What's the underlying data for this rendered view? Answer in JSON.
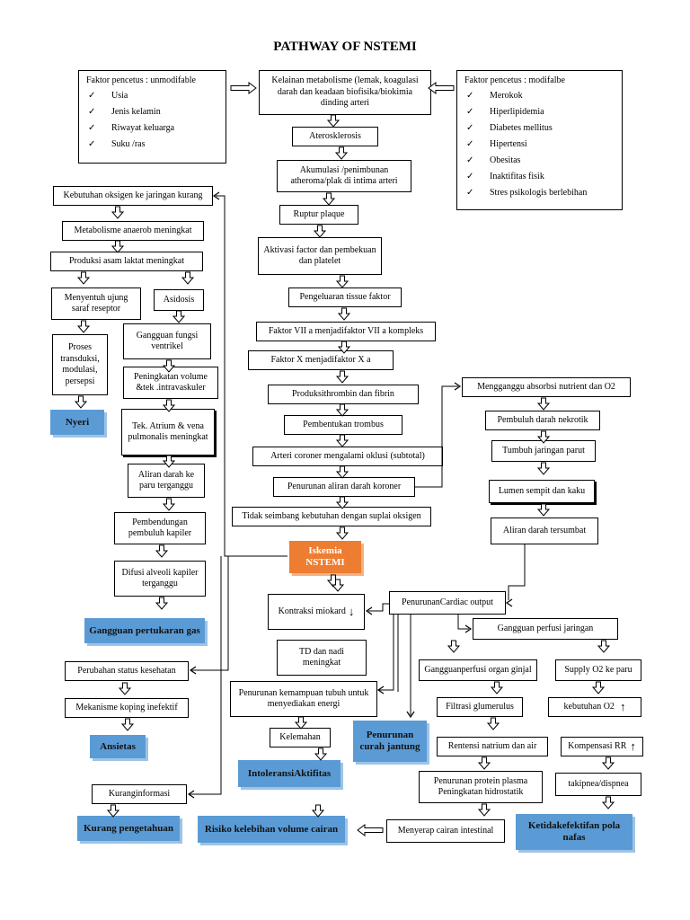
{
  "title": "PATHWAY OF  NSTEMI",
  "factors": {
    "unmodifiable": {
      "heading": "Faktor pencetus : unmodifable",
      "items": [
        "Usia",
        "Jenis kelamin",
        "Riwayat keluarga",
        "Suku /ras"
      ]
    },
    "modifiable": {
      "heading": "Faktor pencetus : modifalbe",
      "items": [
        "Merokok",
        "Hiperlipidemia",
        "Diabetes mellitus",
        "Hipertensi",
        "Obesitas",
        "Inaktifitas fisik",
        "Stres psikologis berlebihan"
      ]
    }
  },
  "center": {
    "metabolism": "Kelainan metabolisme (lemak, koagulasi darah dan keadaan biofisika/biokimia dinding arteri",
    "atherosclerosis": "Aterosklerosis",
    "accumulation": "Akumulasi /penimbunan atheroma/plak di intima arteri",
    "rupture": "Ruptur plaque",
    "activation": "Aktivasi factor dan pembekuan dan platelet",
    "tissue_factor": "Pengeluaran tissue faktor",
    "factor_vii": "Faktor VII a menjadifaktor VII a kompleks",
    "factor_x": "Faktor X menjadifaktor X a",
    "thrombin": "Produksithrombin dan fibrin",
    "thrombus": "Pembentukan trombus",
    "occlusion": "Arteri coroner mengalami oklusi (subtotal)",
    "flow_down": "Penurunan aliran darah koroner",
    "imbalance": "Tidak seimbang kebutuhan dengan suplai oksigen",
    "ischemia": "Iskemia NSTEMI"
  },
  "left": {
    "oxygen_need": "Kebutuhan oksigen ke jaringan kurang",
    "anaerob": "Metabolisme anaerob meningkat",
    "lactate": "Produksi asam laktat meningkat",
    "nerve": "Menyentuh ujung saraf reseptor",
    "acidosis": "Asidosis",
    "process": "Proses transduksi, modulasi, persepsi",
    "nyeri": "Nyeri",
    "ventricle": "Gangguan fungsi ventrikel",
    "volume": "Peningkatan volume &tek .intravaskuler",
    "atrium": "Tek. Atrium & vena pulmonalis meningkat",
    "lung_flow": "Aliran darah ke paru terganggu",
    "capillary": "Pembendungan pembuluh kapiler",
    "diffusion": "Difusi alveoli kapiler terganggu",
    "gas_exchange": "Gangguan pertukaran gas",
    "health_change": "Perubahan status kesehatan",
    "coping": "Mekanisme koping inefektif",
    "ansietas": "Ansietas",
    "info": "Kuranginformasi",
    "knowledge": "Kurang pengetahuan"
  },
  "middle": {
    "contraction": "Kontraksi miokard",
    "bp": "TD dan nadi meningkat",
    "ability": "Penurunan kemampuan tubuh untuk menyediakan energi",
    "weakness": "Kelemahan",
    "intolerance": "IntoleransiAktifitas",
    "cardiac_output": "PenurunanCardiac output",
    "cardiac_output_dx": "Penurunan curah jantung",
    "fluid_risk": "Risiko kelebihan volume cairan"
  },
  "right": {
    "absorb": "Mengganggu absorbsi nutrient dan O2",
    "necrotic": "Pembuluh darah nekrotik",
    "scar": "Tumbuh jaringan parut",
    "lumen": "Lumen sempit dan kaku",
    "blocked": "Aliran darah tersumbat",
    "perfusion": "Gangguan perfusi jaringan",
    "kidney": "Gangguanperfusi organ ginjal",
    "o2_lung": "Supply O2 ke paru",
    "filtration": "Filtrasi glumerulus",
    "o2_need": "kebutuhan O2",
    "retention": "Rentensi natrium dan air",
    "compensation": "Kompensasi RR",
    "protein": "Penurunan protein plasma Peningkatan hidrostatik",
    "tachypnea": "takipnea/dispnea",
    "absorb_fluid": "Menyerap cairan intestinal",
    "breathing": "Ketidakefektifan pola nafas"
  },
  "colors": {
    "diagnosis_blue": "#5b9bd5",
    "ischemia_orange": "#ed7d31"
  }
}
